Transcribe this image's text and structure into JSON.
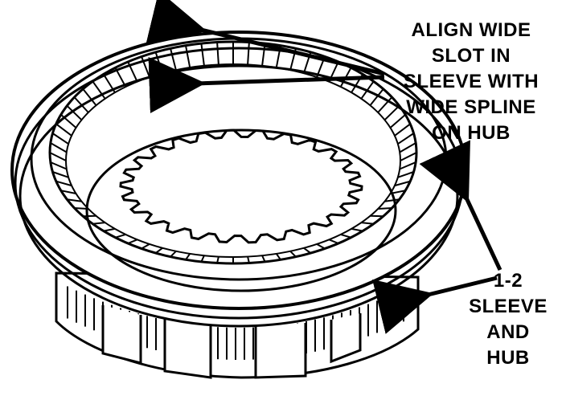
{
  "diagram": {
    "part": "synchronizer-sleeve-and-hub",
    "callouts": {
      "align": {
        "lines": [
          "ALIGN WIDE",
          "SLOT IN",
          "SLEEVE WITH",
          "WIDE SPLINE",
          "ON HUB"
        ]
      },
      "sleeve_hub": {
        "lines": [
          "1-2",
          "SLEEVE",
          "AND",
          "HUB"
        ]
      }
    },
    "colors": {
      "ink": "#000000",
      "paper": "#ffffff"
    }
  }
}
